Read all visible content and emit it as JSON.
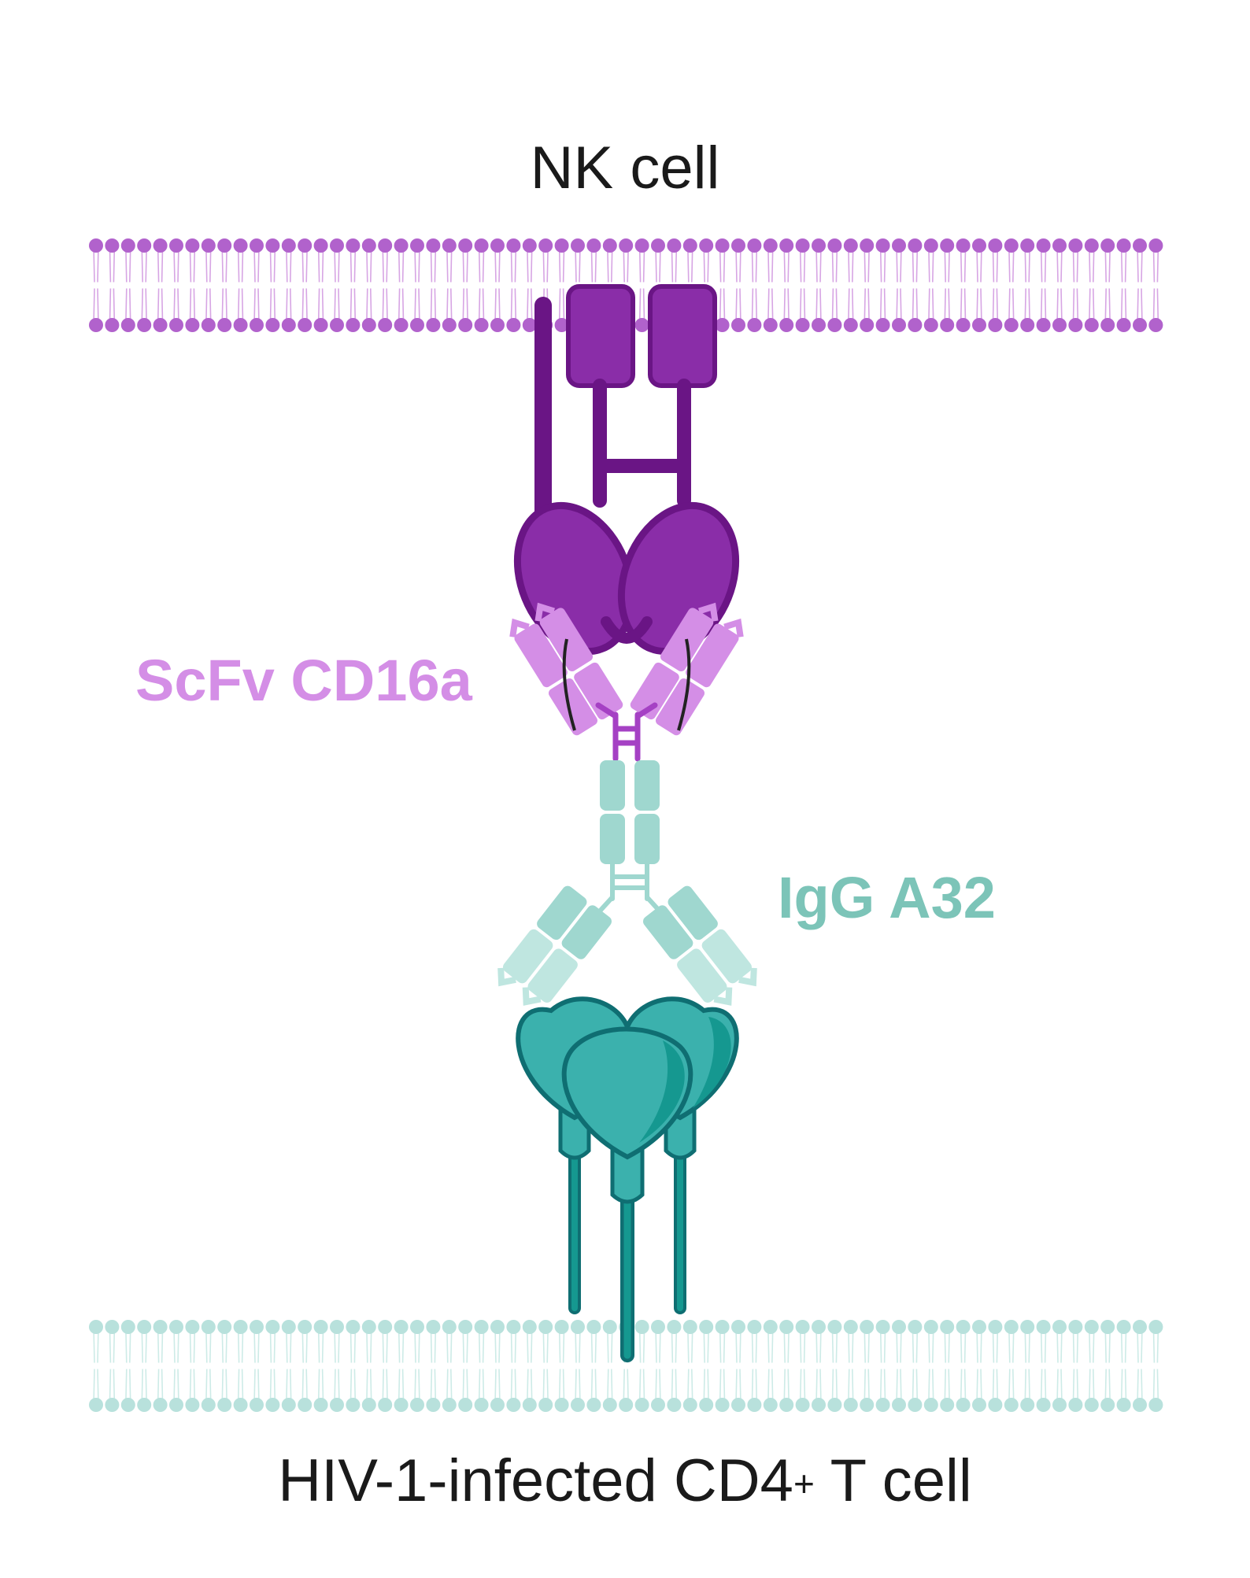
{
  "labels": {
    "nk_cell": "NK cell",
    "scfv": "ScFv CD16a",
    "igg": "IgG A32",
    "tcell_prefix": "HIV-1-infected CD4",
    "tcell_sup": "+",
    "tcell_suffix": " T cell"
  },
  "colors": {
    "nk_membrane": "#b162cc",
    "nk_receptor_fill": "#8a2da8",
    "nk_receptor_stroke": "#6a1585",
    "scfv": "#d48ee6",
    "scfv_label": "#d48ee6",
    "igg": "#9fd7cf",
    "igg_light": "#bfe6e0",
    "igg_label": "#7cc4b8",
    "antigen_fill": "#3bb1ad",
    "antigen_dark": "#159890",
    "antigen_stroke": "#0f6e72",
    "tcell_membrane": "#b8e1dc",
    "text": "#1a1a1a"
  }
}
